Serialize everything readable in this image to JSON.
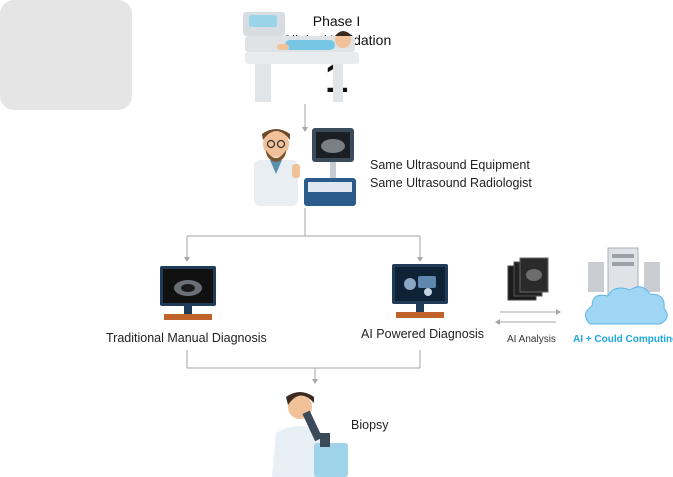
{
  "phase": {
    "line1": "Phase I",
    "line2": "Clinical Validation",
    "number": "1"
  },
  "equipment": {
    "line1": "Same Ultrasound Equipment",
    "line2": "Same Ultrasound Radiologist"
  },
  "nodes": {
    "traditional": "Traditional Manual Diagnosis",
    "ai_powered": "AI Powered Diagnosis",
    "ai_analysis": "AI Analysis",
    "cloud": "AI + Could Computing",
    "biopsy": "Biopsy"
  },
  "colors": {
    "connector": "#a6a6a6",
    "accent": "#1ea7e1",
    "monitor_frame": "#1f3b57",
    "monitor_base": "#c0632b"
  },
  "icons": [
    "patient-bed-icon",
    "radiologist-ultrasound-icon",
    "ultrasound-monitor-icon",
    "ai-monitor-icon",
    "image-stack-icon",
    "cloud-server-icon",
    "microscope-scientist-icon"
  ]
}
